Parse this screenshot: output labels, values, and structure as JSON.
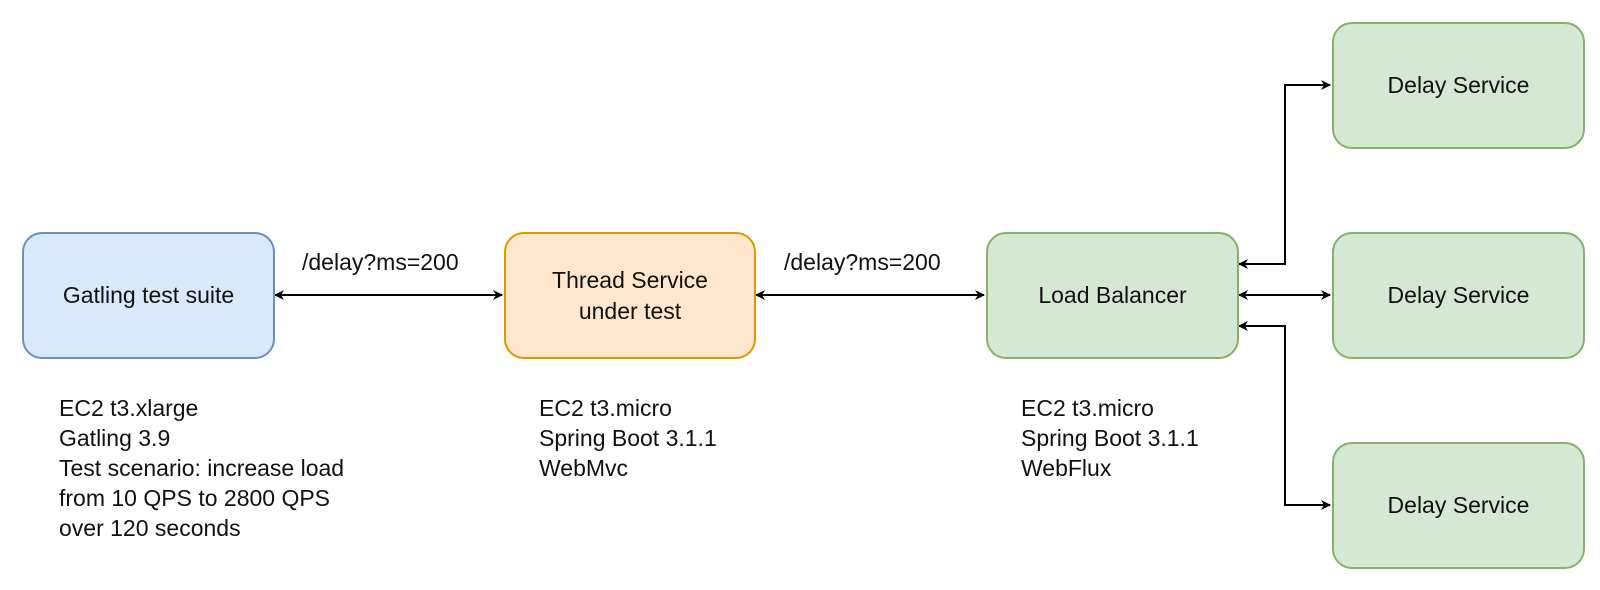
{
  "nodes": {
    "gatling": {
      "label": "Gatling test suite"
    },
    "thread_service": {
      "label": "Thread Service\nunder test"
    },
    "load_balancer": {
      "label": "Load Balancer"
    },
    "delay_top": {
      "label": "Delay Service"
    },
    "delay_middle": {
      "label": "Delay Service"
    },
    "delay_bottom": {
      "label": "Delay Service"
    }
  },
  "edges": {
    "gatling_to_thread": {
      "label": "/delay?ms=200"
    },
    "thread_to_lb": {
      "label": "/delay?ms=200"
    }
  },
  "notes": {
    "gatling": "EC2 t3.xlarge\nGatling 3.9\nTest scenario: increase load\nfrom 10 QPS to 2800 QPS\nover 120 seconds",
    "thread_service": "EC2 t3.micro\nSpring Boot 3.1.1\nWebMvc",
    "load_balancer": "EC2 t3.micro\nSpring Boot 3.1.1\nWebFlux"
  },
  "colors": {
    "blue_fill": "#dae8fc",
    "blue_stroke": "#6c8ebf",
    "orange_fill": "#ffe6cc",
    "orange_stroke": "#d79b00",
    "green_fill": "#d5e8d4",
    "green_stroke": "#82b366",
    "edge": "#000000"
  }
}
